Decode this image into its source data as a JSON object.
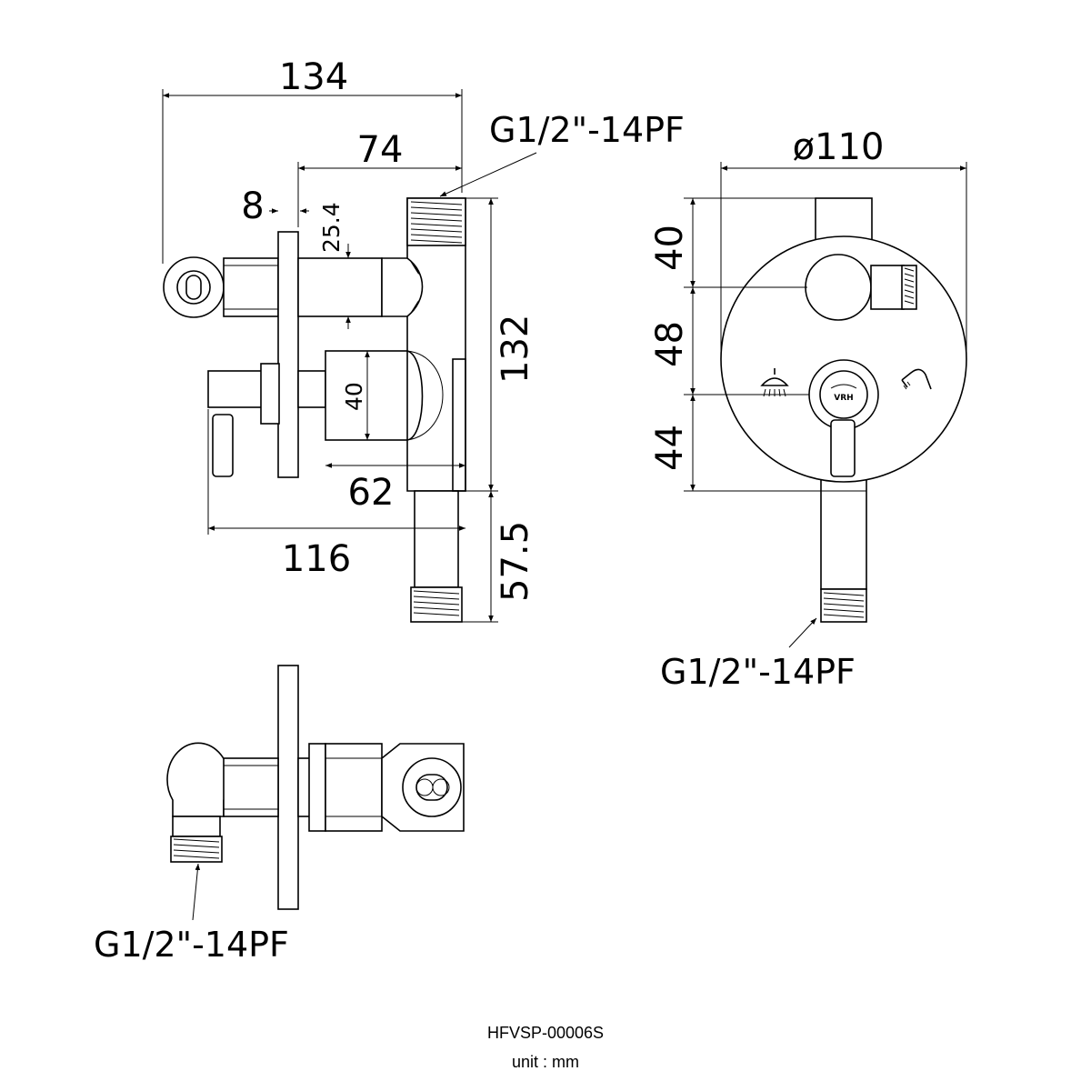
{
  "dimensions": {
    "d134": "134",
    "d74": "74",
    "d8": "8",
    "d25_4": "25.4",
    "d132": "132",
    "d40_body": "40",
    "d62": "62",
    "d116": "116",
    "d57_5": "57.5",
    "d110": "ø110",
    "d40_top": "40",
    "d48": "48",
    "d44": "44"
  },
  "threads": {
    "top": "G1/2\"-14PF",
    "front_bottom": "G1/2\"-14PF",
    "bottom_view": "G1/2\"-14PF"
  },
  "logo": "VRH",
  "footer": {
    "model": "HFVSP-00006S",
    "unit": "unit : mm"
  },
  "icons": [
    "shower-head-icon",
    "hand-shower-icon"
  ]
}
